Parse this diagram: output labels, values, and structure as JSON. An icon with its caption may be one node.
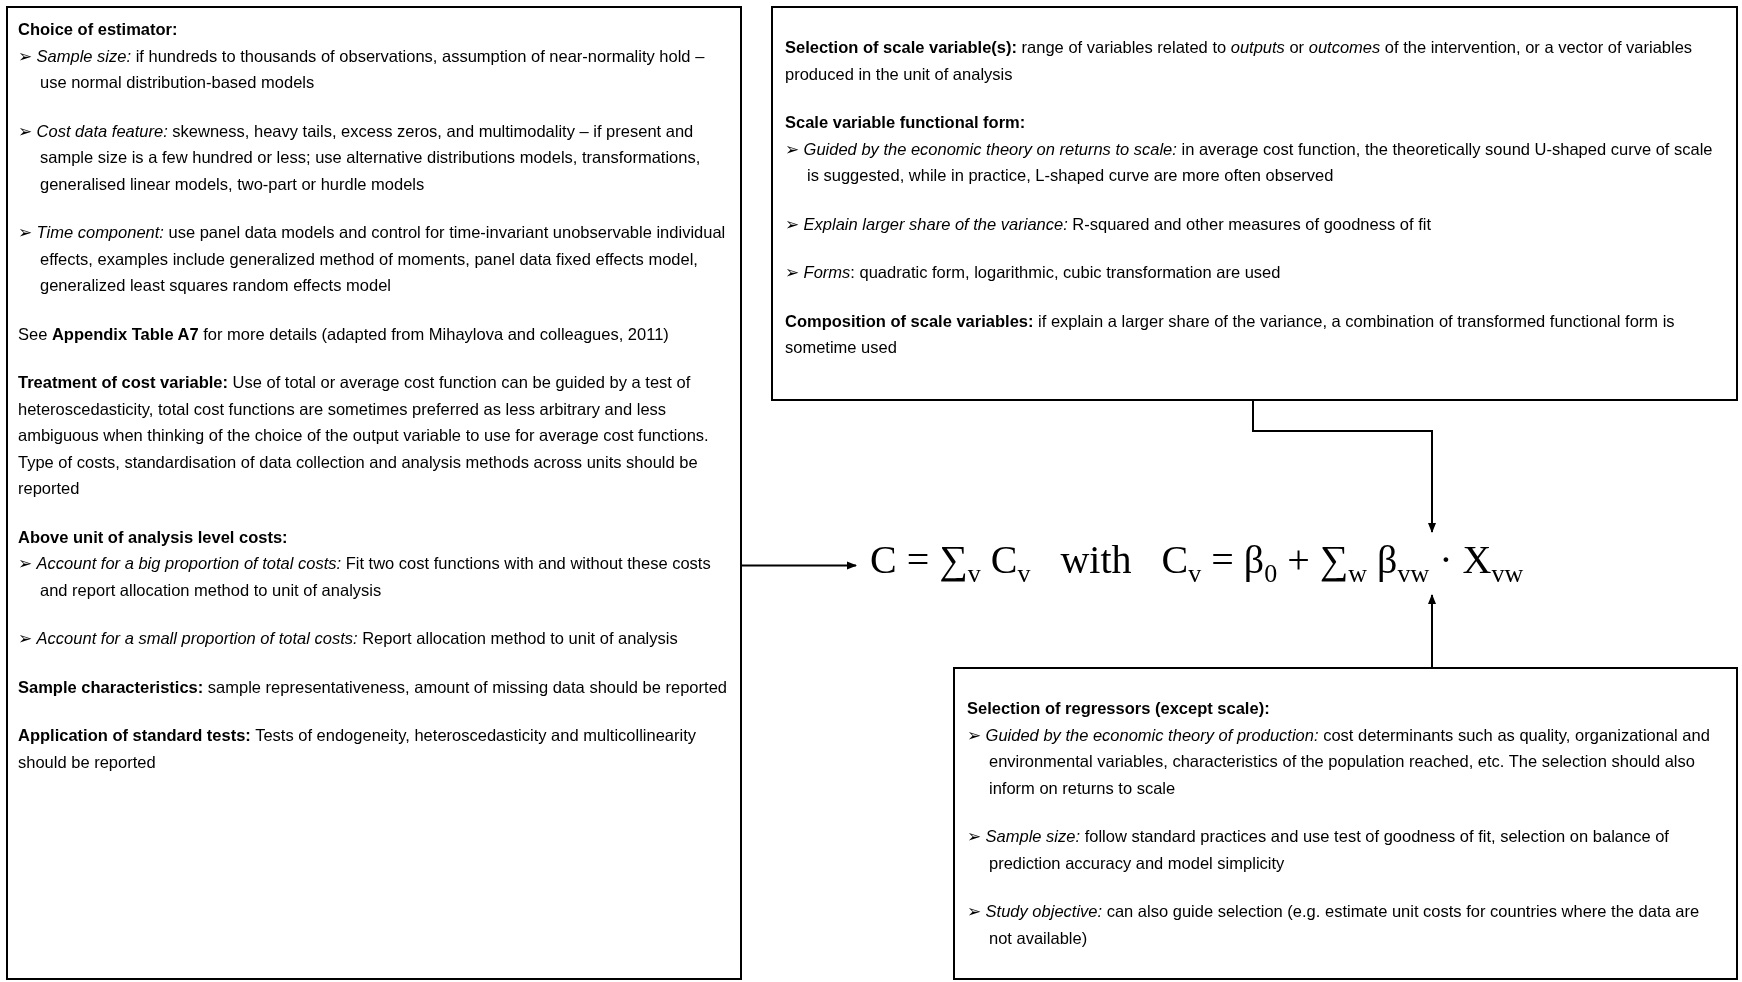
{
  "diagram": {
    "nodes": [
      {
        "text": [
          "**Choice of estimator:**",
          "➢ *Sample size:* if hundreds to thousands of observations, assumption of near-normality hold – use normal distribution-based models",
          "➢ *Cost data feature:* skewness, heavy tails, excess zeros, and multimodality – if present and sample size is a few hundred or less; use alternative distributions models, transformations, generalised linear models, two-part or hurdle models",
          "➢ *Time component:* use panel data models and control for time-invariant unobservable individual effects, examples include generalized method of moments, panel data fixed effects model, generalized least squares random effects model",
          "See **Appendix Table A7** for more details (adapted from Mihaylova and colleagues, 2011)",
          "**Treatment of cost variable:** Use of total or average cost function can be guided by a test of heteroscedasticity, total cost functions are sometimes preferred as less arbitrary and less ambiguous when thinking of the choice of the output variable to use for average cost functions. Type of costs, standardisation of data collection and analysis methods across units should be reported",
          "**Above unit of analysis level costs:**",
          "➢ *Account for a big proportion of total costs:* Fit two cost functions with and without these costs and report allocation method to unit of analysis",
          "➢ *Account for a small proportion of total costs:* Report allocation method to unit of analysis",
          "**Sample characteristics:** sample representativeness, amount of missing data should be reported",
          "**Application of standard tests:** Tests of endogeneity, heteroscedasticity and multicollinearity should be reported"
        ]
      },
      {
        "text": [
          "**Selection of scale variable(s):** range of variables related to *outputs* or *outcomes* of the intervention, or a vector of variables produced in the unit of analysis",
          "**Scale variable functional form:**",
          "➢ *Guided by the economic theory on returns to scale:* in average cost function, the theoretically sound U-shaped curve of scale is suggested, while in practice, L-shaped curve are more often observed",
          "➢ *Explain larger share of the variance:* R-squared and other measures of goodness of fit",
          "➢ *Forms*: quadratic form, logarithmic, cubic transformation are used",
          "**Composition of scale variables:** if explain a larger share of the variance, a combination of transformed functional form is sometime used"
        ]
      },
      {
        "text": [
          "C = ∑$_{v}$ C$_{v}$   with   C$_{v}$ = β$_{0}$ + ∑$_{w}$ β$_{vw}$ · X$_{vw}$"
        ]
      },
      {
        "text": [
          "**Selection of regressors (except scale):**",
          "➢ *Guided by the economic theory of production:* cost determinants such as quality, organizational and environmental variables, characteristics of the population reached, etc. The selection should also inform on returns to scale",
          "➢ *Sample size:* follow standard practices and use test of goodness of fit, selection on balance of prediction accuracy and model simplicity",
          "➢ *Study objective:* can also guide selection (e.g. estimate unit costs for countries where the data are not available)"
        ]
      }
    ],
    "edges": [
      {
        "from": 0,
        "to": 2,
        "arrow": "to"
      },
      {
        "from": 1,
        "to": 2,
        "arrow": "to"
      },
      {
        "from": 3,
        "to": 2,
        "arrow": "to"
      }
    ]
  }
}
